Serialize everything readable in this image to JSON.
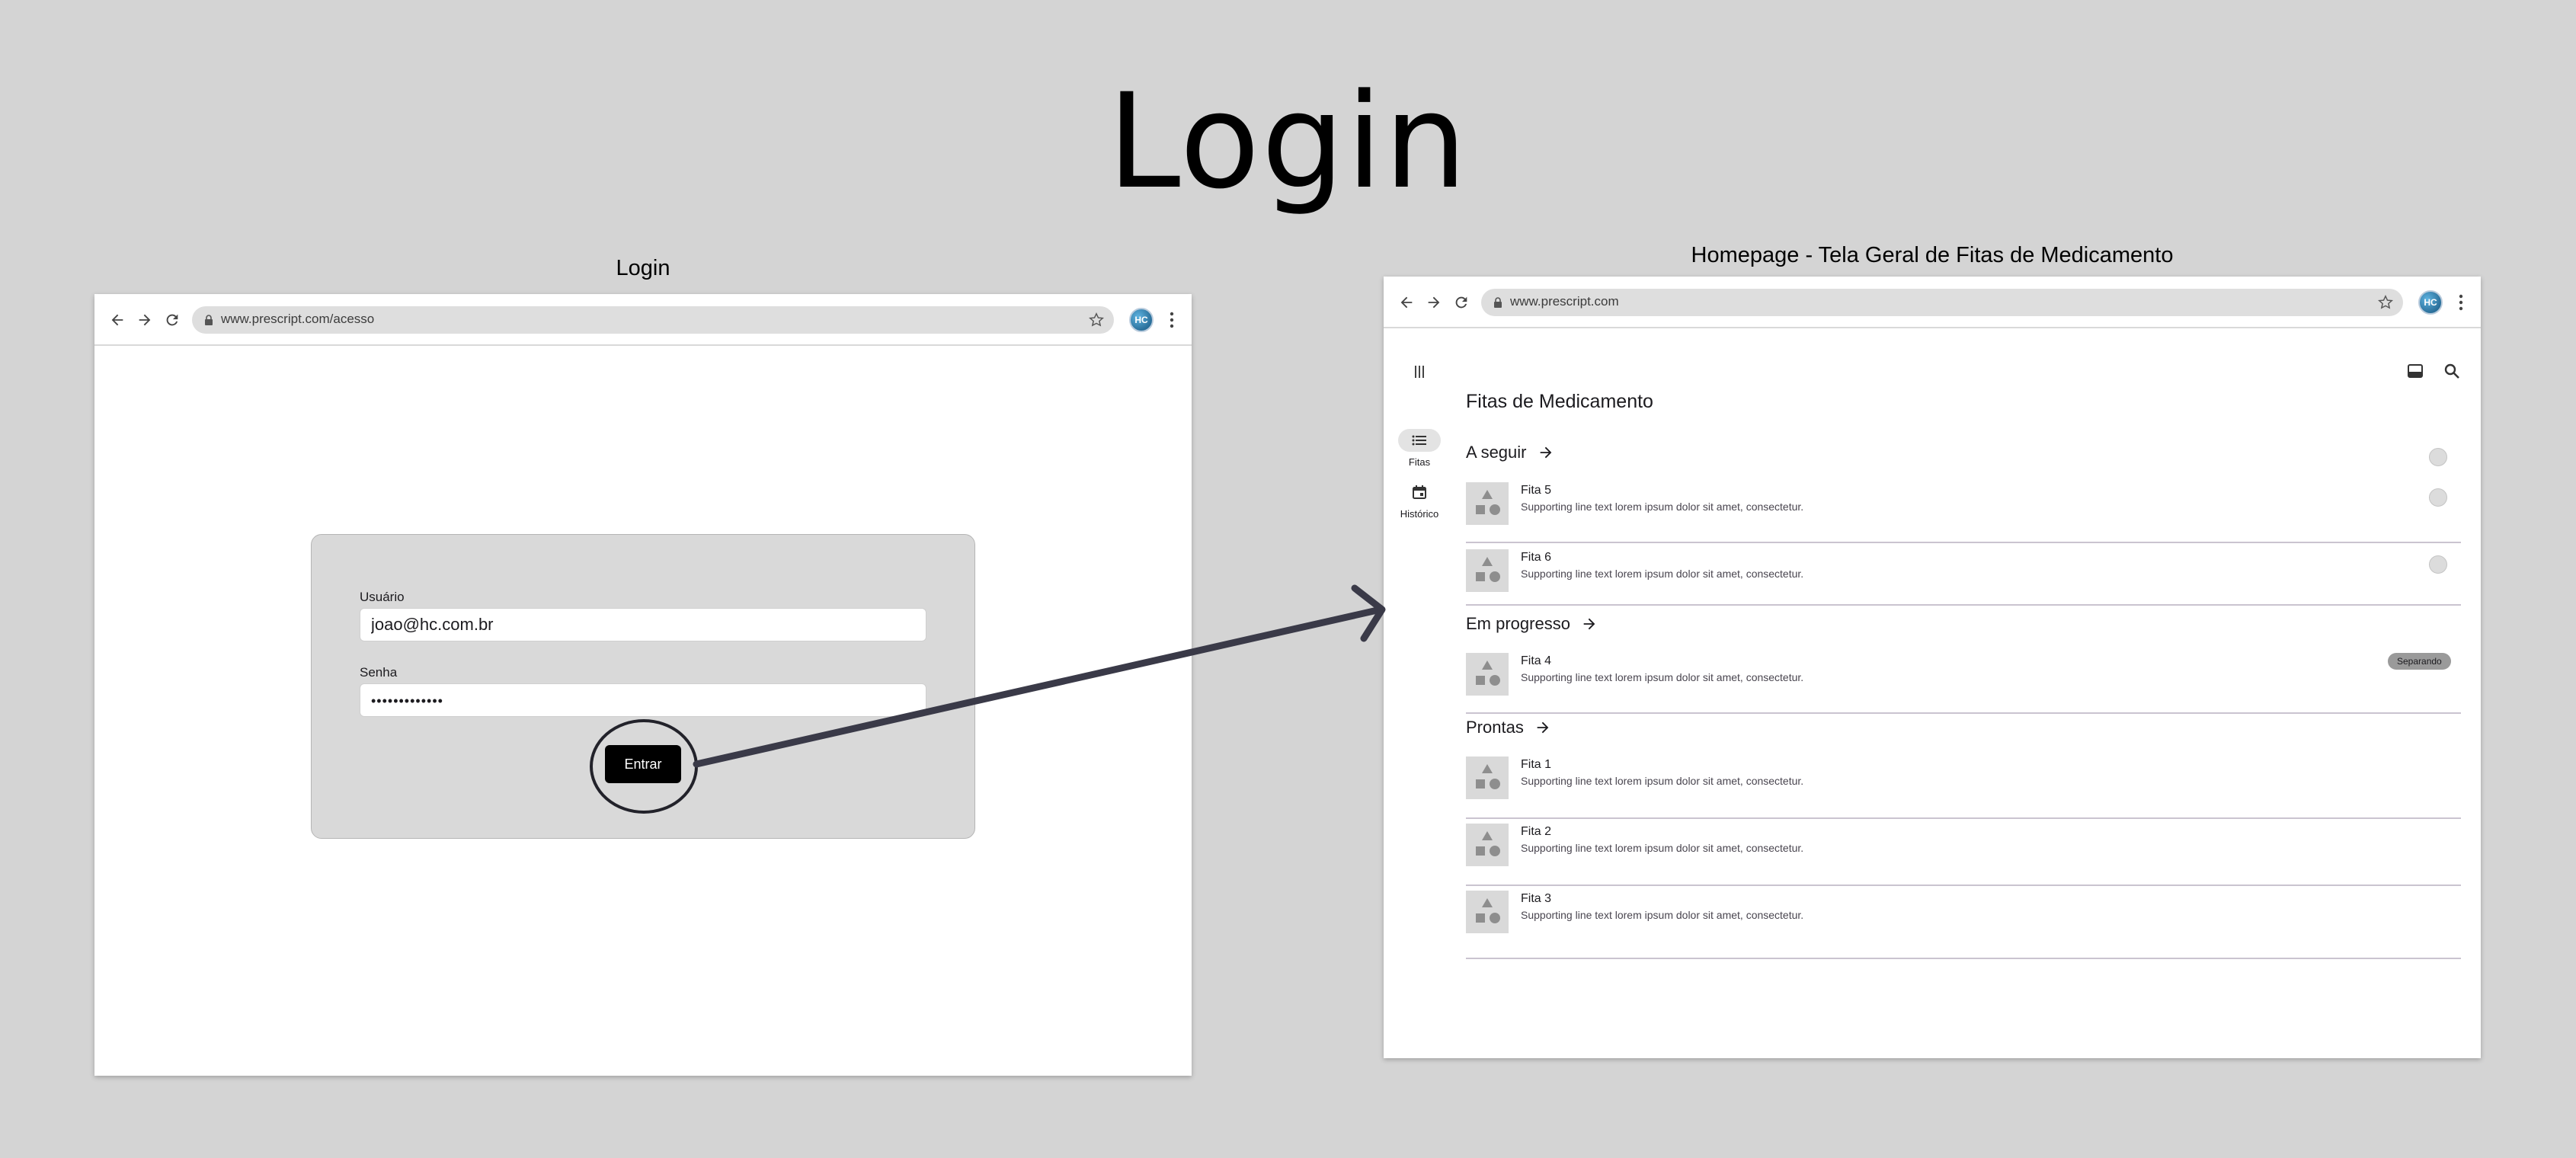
{
  "page": {
    "title": "Login"
  },
  "login_frame": {
    "caption": "Login",
    "url": "www.prescript.com/acesso",
    "avatar_initials": "HC",
    "username_label": "Usuário",
    "username_value": "joao@hc.com.br",
    "password_label": "Senha",
    "password_value": "•••••••••••••",
    "submit_label": "Entrar"
  },
  "home_frame": {
    "caption": "Homepage - Tela Geral de Fitas de Medicamento",
    "url": "www.prescript.com",
    "avatar_initials": "HC",
    "rail": [
      {
        "label": "Fitas",
        "icon": "list-icon",
        "active": true
      },
      {
        "label": "Histórico",
        "icon": "calendar-icon",
        "active": false
      }
    ],
    "heading": "Fitas de Medicamento",
    "sections": [
      {
        "title": "A seguir",
        "items": [
          {
            "title": "Fita 5",
            "support": "Supporting line text lorem ipsum dolor sit amet, consectetur."
          },
          {
            "title": "Fita 6",
            "support": "Supporting line text lorem ipsum dolor sit amet, consectetur."
          }
        ]
      },
      {
        "title": "Em progresso",
        "items": [
          {
            "title": "Fita 4",
            "support": "Supporting line text lorem ipsum dolor sit amet, consectetur.",
            "badge": "Separando"
          }
        ]
      },
      {
        "title": "Prontas",
        "items": [
          {
            "title": "Fita 1",
            "support": "Supporting line text lorem ipsum dolor sit amet, consectetur."
          },
          {
            "title": "Fita 2",
            "support": "Supporting line text lorem ipsum dolor sit amet, consectetur."
          },
          {
            "title": "Fita 3",
            "support": "Supporting line text lorem ipsum dolor sit amet, consectetur."
          }
        ]
      }
    ]
  },
  "colors": {
    "canvas": "#d4d4d4",
    "card": "#d9d9d9",
    "button": "#000000",
    "arrow": "#3a3a48",
    "badge": "#9a9a9a"
  }
}
